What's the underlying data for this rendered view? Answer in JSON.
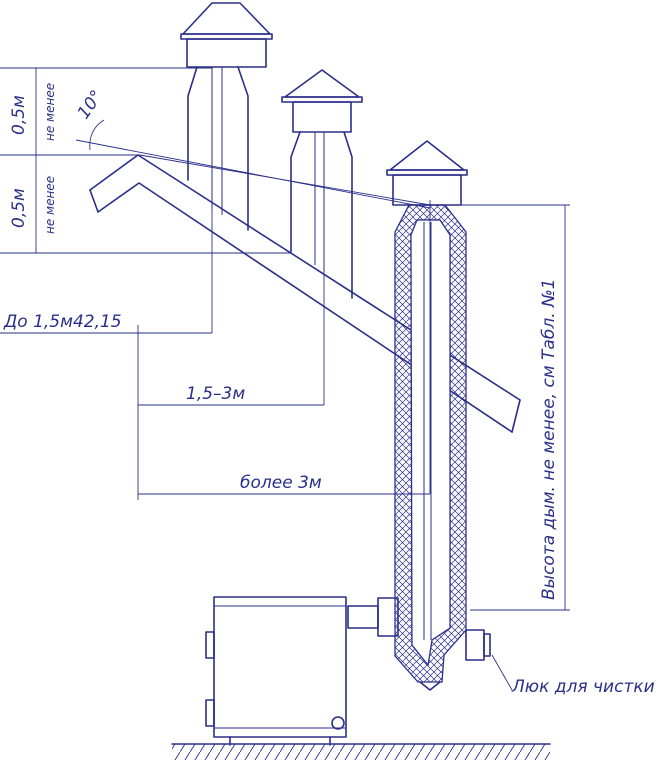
{
  "labels": {
    "height_05_top": "0,5м",
    "not_less_top": "не менее",
    "height_05_bottom": "0,5м",
    "not_less_bottom": "не менее",
    "angle": "10°",
    "dist_15": "До 1,5м42,15",
    "dist_15_3": "1,5–3м",
    "dist_more_3": "более 3м",
    "chimney_height": "Высота дым. не менее, см Табл. №1",
    "cleanout": "Люк для чистки"
  }
}
